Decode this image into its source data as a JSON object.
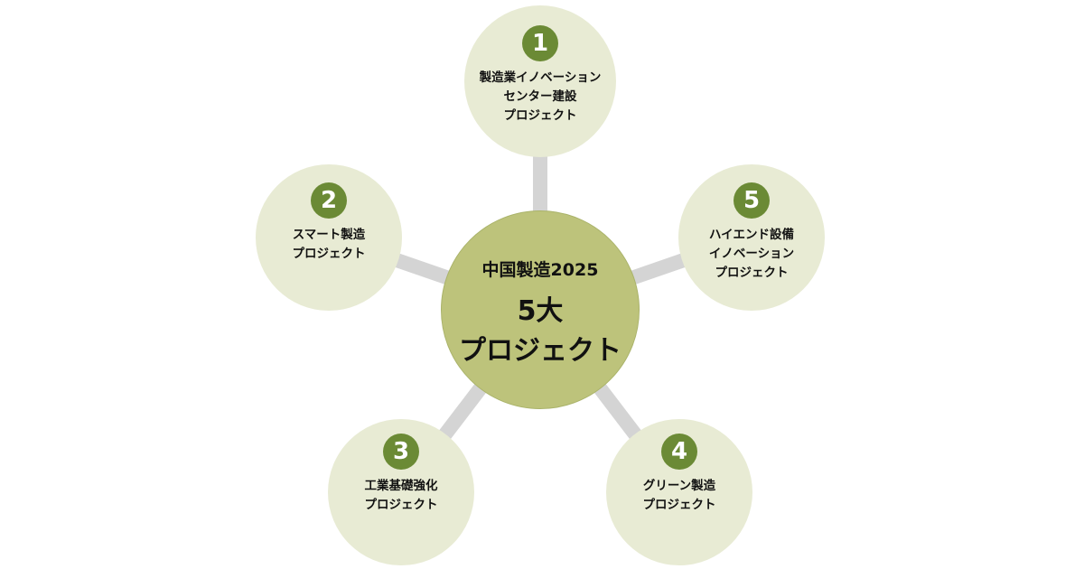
{
  "center": {
    "title": "中国製造2025",
    "line1": "5大",
    "line2": "プロジェクト"
  },
  "projects": [
    {
      "number": "1",
      "label": "製造業イノベーション\nセンター建設\nプロジェクト"
    },
    {
      "number": "2",
      "label": "スマート製造\nプロジェクト"
    },
    {
      "number": "3",
      "label": "工業基礎強化\nプロジェクト"
    },
    {
      "number": "4",
      "label": "グリーン製造\nプロジェクト"
    },
    {
      "number": "5",
      "label": "ハイエンド設備\nイノベーション\nプロジェクト"
    }
  ],
  "colors": {
    "outer": "#e8ebd4",
    "center": "#bdc37b",
    "badge": "#6b8a35",
    "connector": "#d4d4d4"
  }
}
